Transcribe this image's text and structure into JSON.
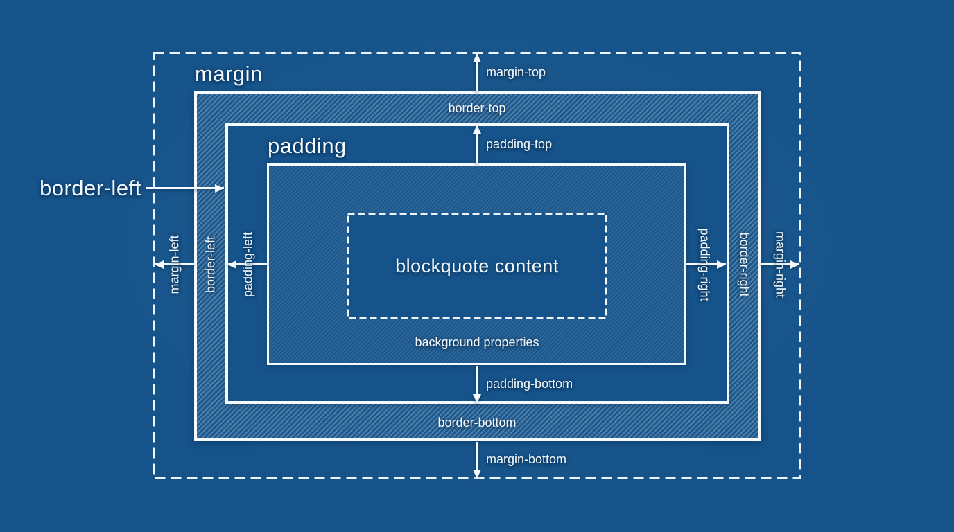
{
  "diagram": {
    "kind": "css-box-model-blueprint",
    "area_labels": {
      "margin": "margin",
      "padding": "padding"
    },
    "callout": {
      "border_left": "border-left"
    },
    "content": {
      "blockquote": "blockquote content",
      "background_properties": "background properties"
    },
    "edges": {
      "margin_top": "margin-top",
      "border_top": "border-top",
      "padding_top": "padding-top",
      "padding_bottom": "padding-bottom",
      "border_bottom": "border-bottom",
      "margin_bottom": "margin-bottom",
      "margin_left": "margin-left",
      "border_left": "border-left",
      "padding_left": "padding-left",
      "padding_right": "padding-right",
      "border_right": "border-right",
      "margin_right": "margin-right"
    },
    "colors": {
      "background": "#15538A",
      "line": "#F4FAFD",
      "border_hatch_light": "#4E80AC",
      "border_hatch_dark": "#205A8D",
      "content_hatch_light": "#2E6697",
      "content_hatch_dark": "#1A568B"
    }
  }
}
